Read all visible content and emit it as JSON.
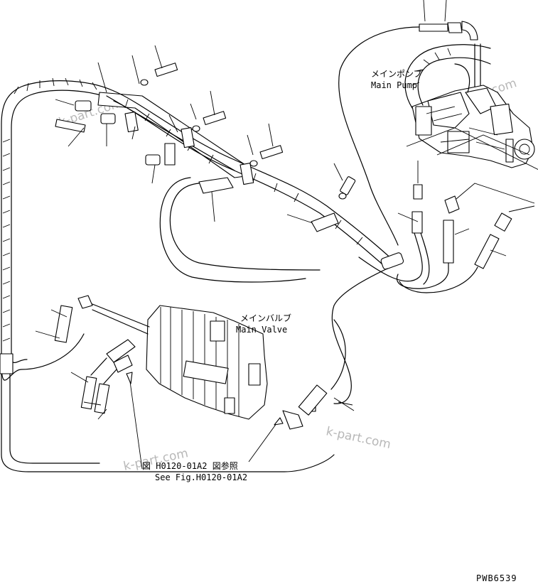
{
  "labels": {
    "main_pump_jp": "メインポンプ",
    "main_pump_en": "Main Pump",
    "main_valve_jp": "メインバルブ",
    "main_valve_en": "Main Valve",
    "see_fig_jp": "図 H0120-01A2 図参照",
    "see_fig_en": "See Fig.H0120-01A2"
  },
  "watermark": "k-part.com",
  "drawing_code": "PWB6539"
}
